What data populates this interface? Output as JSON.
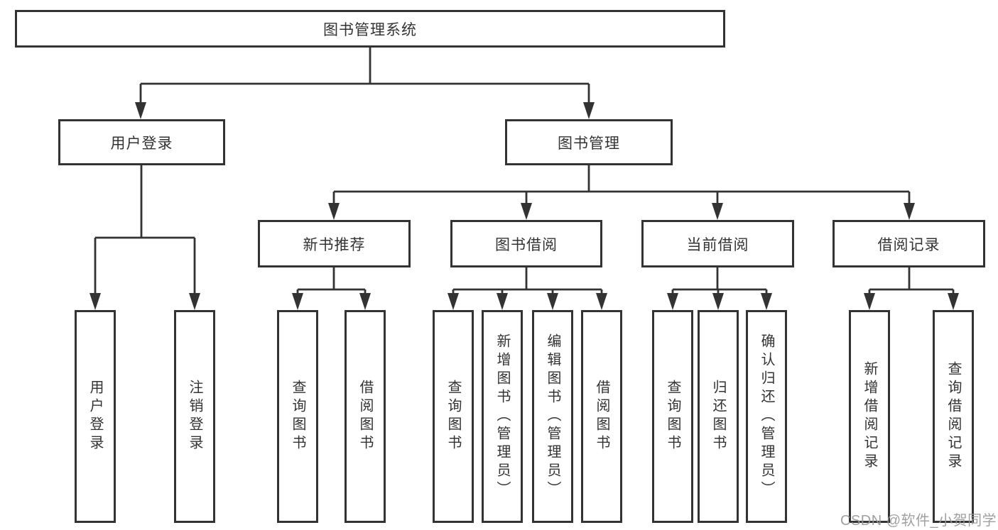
{
  "diagram": {
    "title": "图书管理系统",
    "nodes": {
      "root": {
        "label": "图书管理系统"
      },
      "user_login": {
        "label": "用户登录"
      },
      "book_management": {
        "label": "图书管理"
      },
      "new_book_recommend": {
        "label": "新书推荐"
      },
      "book_borrow": {
        "label": "图书借阅"
      },
      "current_borrow": {
        "label": "当前借阅"
      },
      "borrow_records": {
        "label": "借阅记录"
      },
      "leaves": [
        {
          "label": "用户登录",
          "parent": "用户登录"
        },
        {
          "label": "注销登录",
          "parent": "用户登录"
        },
        {
          "label": "查询图书",
          "parent": "新书推荐"
        },
        {
          "label": "借阅图书",
          "parent": "新书推荐"
        },
        {
          "label": "查询图书",
          "parent": "图书借阅"
        },
        {
          "label": "新增图书（管理员）",
          "parent": "图书借阅"
        },
        {
          "label": "编辑图书（管理员）",
          "parent": "图书借阅"
        },
        {
          "label": "借阅图书",
          "parent": "图书借阅"
        },
        {
          "label": "查询图书",
          "parent": "当前借阅"
        },
        {
          "label": "归还图书",
          "parent": "当前借阅"
        },
        {
          "label": "确认归还（管理员）",
          "parent": "当前借阅"
        },
        {
          "label": "新增借阅记录",
          "parent": "借阅记录"
        },
        {
          "label": "查询借阅记录",
          "parent": "借阅记录"
        }
      ]
    },
    "watermark": {
      "text": "CSDN @软件_小贺同学"
    },
    "colors": {
      "line": "#333333",
      "box_border": "#333333",
      "box_background": "#ffffff",
      "text": "#333333",
      "watermark": "#989898",
      "background": "#ffffff"
    }
  }
}
